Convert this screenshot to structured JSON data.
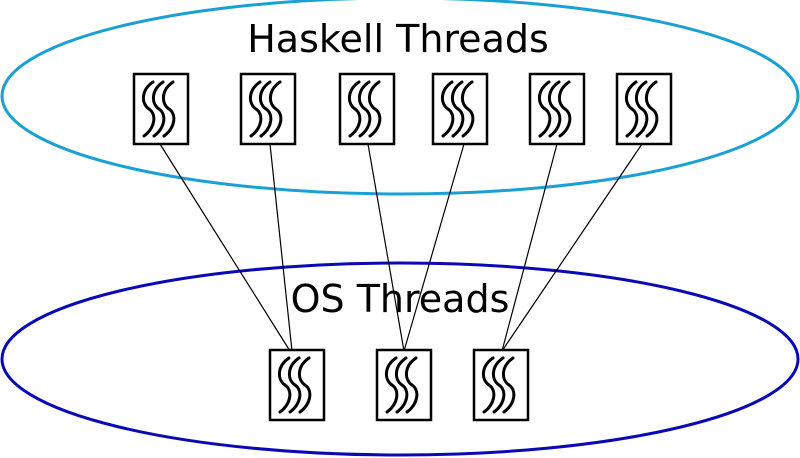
{
  "diagram": {
    "haskell_group": {
      "label": "Haskell Threads",
      "color": "#1aa0d2",
      "thread_count": 6
    },
    "os_group": {
      "label": "OS Threads",
      "color": "#0a0ab4",
      "thread_count": 3
    },
    "mapping": [
      {
        "haskell": 1,
        "os": 1
      },
      {
        "haskell": 2,
        "os": 1
      },
      {
        "haskell": 3,
        "os": 2
      },
      {
        "haskell": 4,
        "os": 2
      },
      {
        "haskell": 5,
        "os": 3
      },
      {
        "haskell": 6,
        "os": 3
      }
    ]
  }
}
